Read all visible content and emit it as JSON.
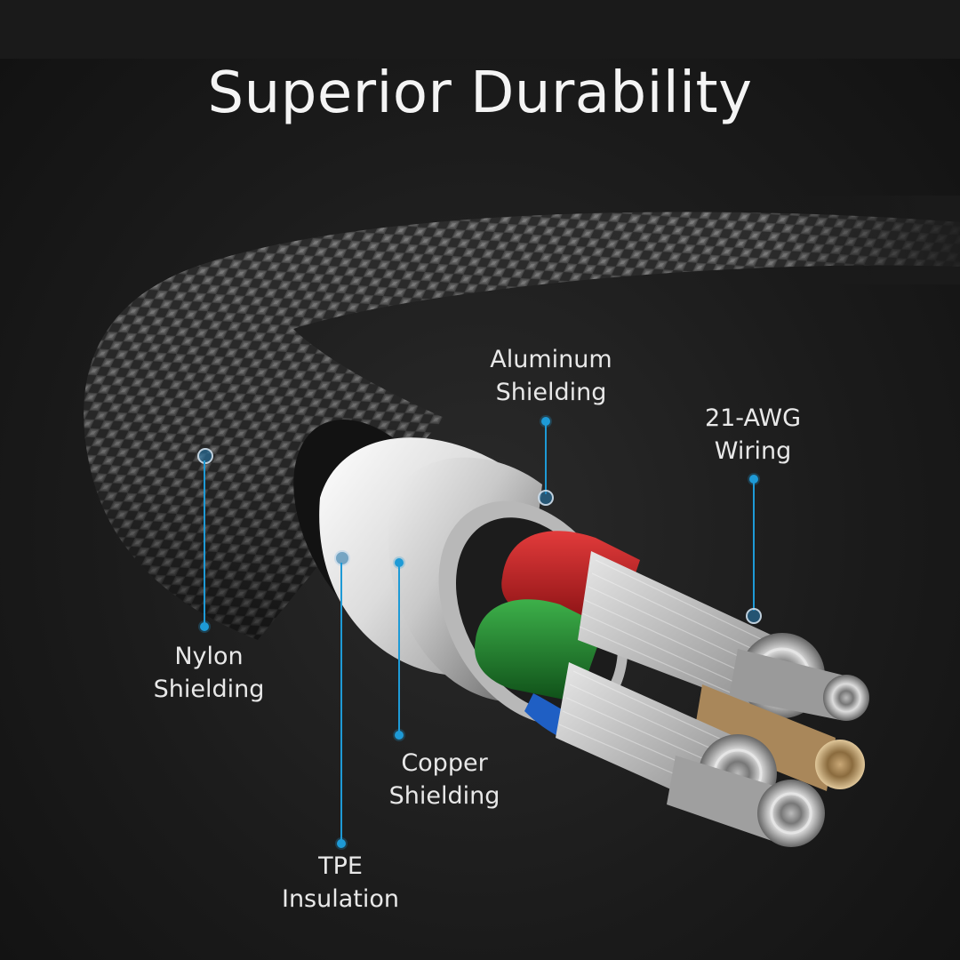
{
  "title": "Superior Durability",
  "callouts": {
    "aluminum": {
      "line1": "Aluminum",
      "line2": "Shielding"
    },
    "wiring": {
      "line1": "21-AWG",
      "line2": "Wiring"
    },
    "nylon": {
      "line1": "Nylon",
      "line2": "Shielding"
    },
    "copper": {
      "line1": "Copper",
      "line2": "Shielding"
    },
    "tpe": {
      "line1": "TPE",
      "line2": "Insulation"
    }
  },
  "colors": {
    "accent": "#1e9ad6",
    "background": "#1b1b1b",
    "wire_red": "#c0161b",
    "wire_green": "#1f8a2c",
    "wire_blue": "#1f5fc4"
  }
}
